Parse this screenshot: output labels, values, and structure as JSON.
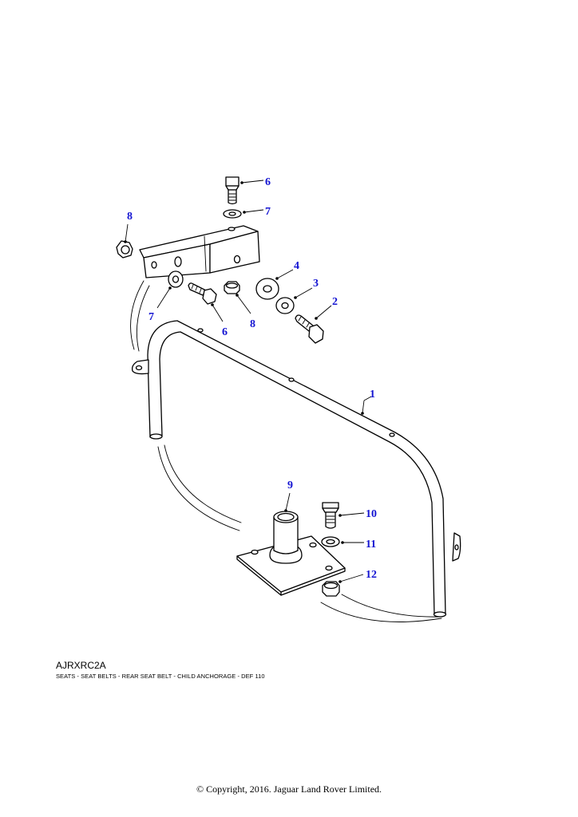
{
  "diagram": {
    "code": "AJRXRC2A",
    "description": "SEATS - SEAT BELTS - REAR SEAT BELT - CHILD ANCHORAGE - DEF 110",
    "copyright": "© Copyright, 2016. Jaguar Land Rover Limited.",
    "label_color": "#1414d2",
    "callouts": [
      {
        "id": "callout-1",
        "text": "1"
      },
      {
        "id": "callout-2",
        "text": "2"
      },
      {
        "id": "callout-3",
        "text": "3"
      },
      {
        "id": "callout-4",
        "text": "4"
      },
      {
        "id": "callout-6-top",
        "text": "6"
      },
      {
        "id": "callout-7-top",
        "text": "7"
      },
      {
        "id": "callout-8-left",
        "text": "8"
      },
      {
        "id": "callout-7-lower",
        "text": "7"
      },
      {
        "id": "callout-6-lower",
        "text": "6"
      },
      {
        "id": "callout-8-lower",
        "text": "8"
      },
      {
        "id": "callout-9",
        "text": "9"
      },
      {
        "id": "callout-10",
        "text": "10"
      },
      {
        "id": "callout-11",
        "text": "11"
      },
      {
        "id": "callout-12",
        "text": "12"
      }
    ]
  }
}
